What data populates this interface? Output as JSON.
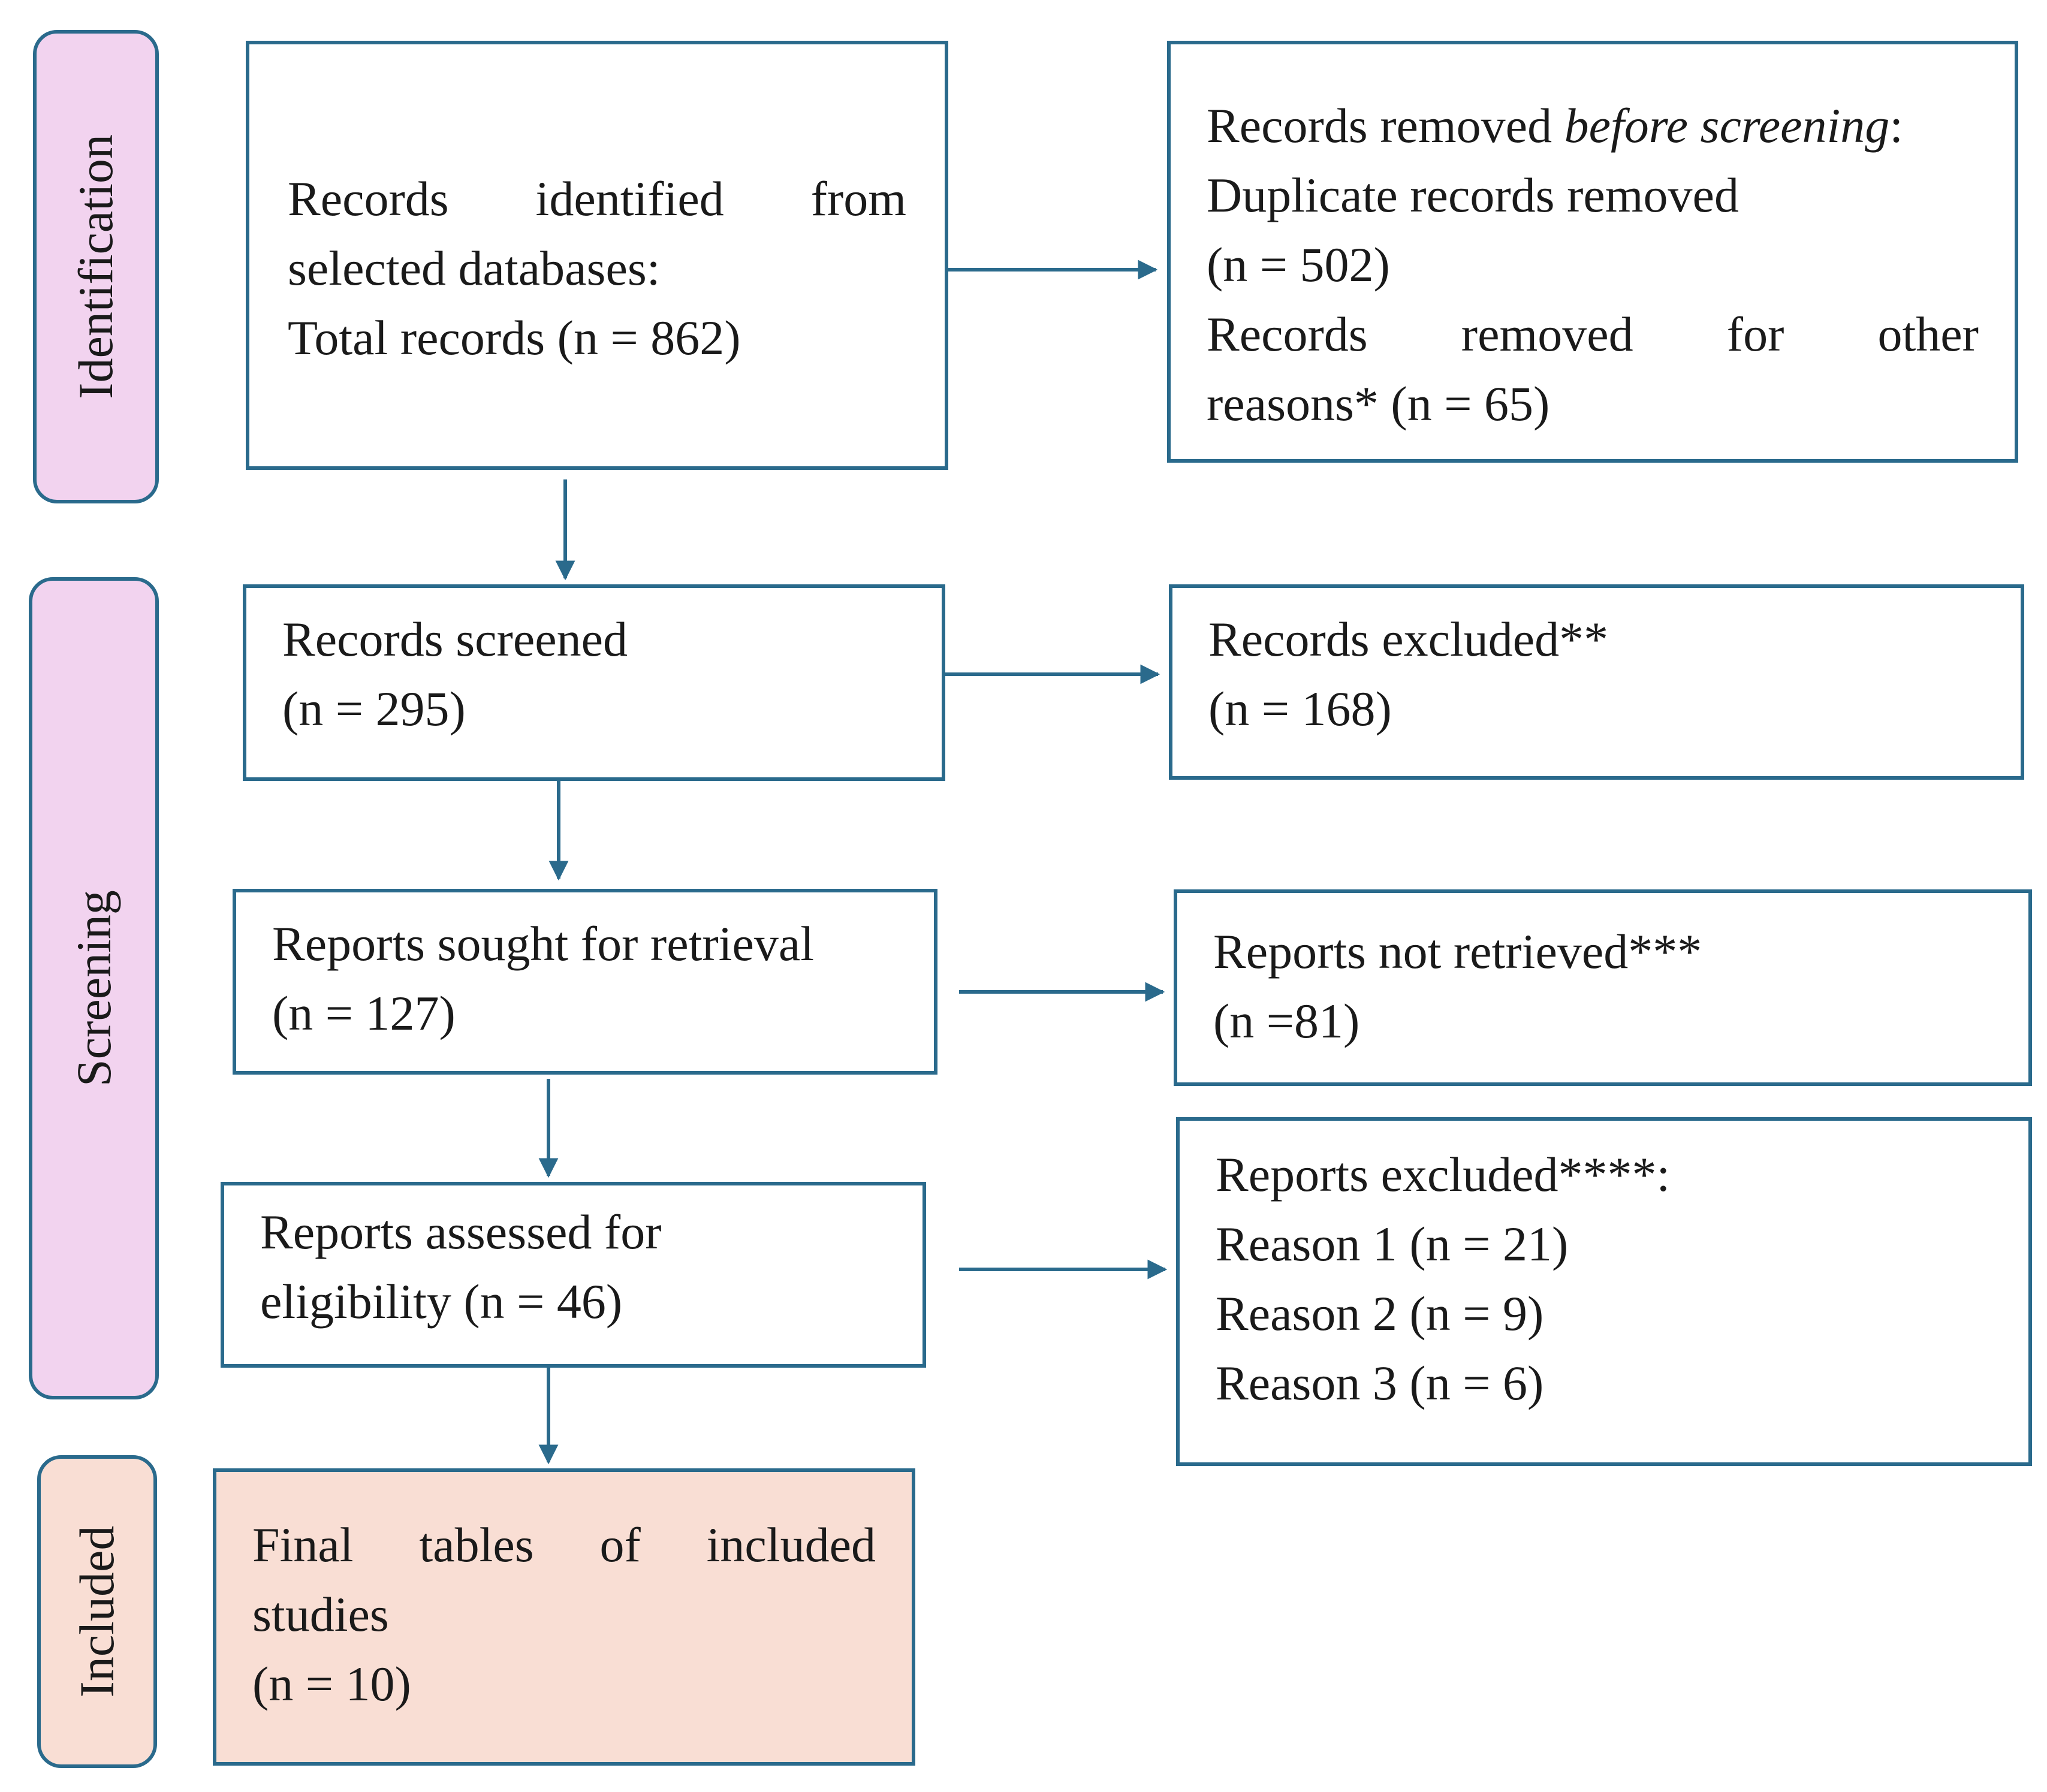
{
  "phases": {
    "identification": "Identification",
    "screening": "Screening",
    "included": "Included"
  },
  "identified": {
    "line1": [
      "Records",
      "identified",
      "from"
    ],
    "line2": "selected databases:",
    "line3": "Total records (n = 862)"
  },
  "removed": {
    "line1_pre": "Records removed ",
    "line1_italic": "before screening",
    "line1_post": ":",
    "line2": "Duplicate records removed",
    "line3": "(n = 502)",
    "line4": [
      "Records",
      "removed",
      "for",
      "other"
    ],
    "line5": "reasons* (n = 65)"
  },
  "screened": {
    "line1": "Records screened",
    "line2": "(n = 295)"
  },
  "excluded": {
    "line1": "Records excluded**",
    "line2": "(n = 168)"
  },
  "sought": {
    "line1": "Reports sought for retrieval",
    "line2": "(n = 127)"
  },
  "not_retrieved": {
    "line1": "Reports not retrieved***",
    "line2": "(n =81)"
  },
  "assessed": {
    "line1": "Reports assessed for",
    "line2": "eligibility (n = 46)"
  },
  "reports_excluded": {
    "line1": "Reports excluded****:",
    "reasons": [
      "Reason 1 (n = 21)",
      "Reason 2 (n = 9)",
      "Reason 3 (n = 6)"
    ]
  },
  "final": {
    "line1": [
      "Final",
      "tables",
      "of",
      "included"
    ],
    "line2": "studies",
    "line3": "(n = 10)"
  },
  "colors": {
    "border": "#2a6a8c",
    "phase_fill": "#f2d3ef",
    "included_fill": "#f9ded4"
  }
}
